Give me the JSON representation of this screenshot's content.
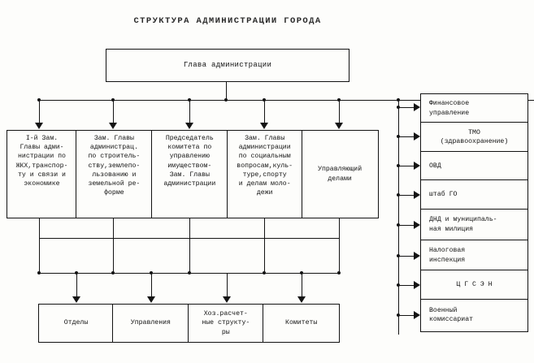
{
  "title": "СТРУКТУРА АДМИНИСТРАЦИИ ГОРОДА",
  "head": {
    "label": "Глава администрации"
  },
  "deputies": [
    {
      "label": "I-й Зам.\nГлавы адми-\nнистрации по\nЖКХ,транспор-\nту и связи и\nэкономике"
    },
    {
      "label": "Зам. Главы\nадминистрац.\nпо строитель-\nству,землепо-\nльзованию и\nземельной ре-\nформе"
    },
    {
      "label": "Председатель\nкомитета по\nуправлению\nимуществом-\nЗам. Главы\nадминистрации"
    },
    {
      "label": "Зам. Главы\nадминистрации\nпо социальным\nвопросам,куль-\nтуре,спорту\nи делам моло-\nдежи"
    },
    {
      "label": "Управляющий\nделами"
    }
  ],
  "bottom": [
    {
      "label": "Отделы"
    },
    {
      "label": "Управления"
    },
    {
      "label": "Хоз.расчет-\nные структу-\nры"
    },
    {
      "label": "Комитеты"
    }
  ],
  "right_column": [
    {
      "label": "Финансовое\nуправление",
      "centered": false
    },
    {
      "label": "ТМО\n(здравоохранение)",
      "centered": true
    },
    {
      "label": "ОВД",
      "centered": false
    },
    {
      "label": "штаб ГО",
      "centered": false
    },
    {
      "label": "ДНД и муниципаль-\nная милиция",
      "centered": false
    },
    {
      "label": "Налоговая\nинспекция",
      "centered": false
    },
    {
      "label": "Ц Г С Э Н",
      "centered": true
    },
    {
      "label": "Военный\nкомиссариат",
      "centered": false
    }
  ],
  "colors": {
    "ink": "#141414",
    "paper": "#fdfdfb"
  }
}
